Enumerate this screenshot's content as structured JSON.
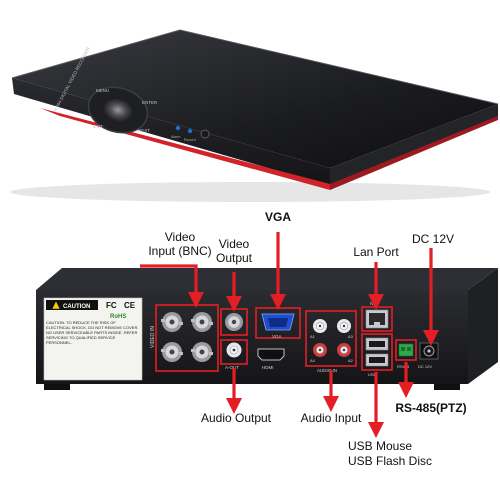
{
  "device": {
    "front_panel_text": "H.264 DIGITAL VIDEO RECORDER",
    "button_labels": [
      "MENU",
      "EXIT",
      "ENTER",
      "NEXT"
    ],
    "led_labels": [
      "Alarm",
      "Record"
    ]
  },
  "rear_panel": {
    "caution_title": "CAUTION",
    "caution_text": "CAUTION: TO REDUCE THE RISK OF ELECTRICAL SHOCK, DO NOT REMOVE COVER. NO USER SERVICEABLE PARTS INSIDE. REFER SERVICING TO QUALIFIED SERVICE PERSONNEL.",
    "cert_marks": [
      "FC",
      "CE",
      "RoHS"
    ],
    "video_in_label": "VIDEO IN",
    "a_out_label": "A-OUT",
    "vga_label": "VGA",
    "hdmi_label": "HDMI",
    "audio_in_label": "AUDIO IN",
    "audio_ports": [
      "A1",
      "A2",
      "A3",
      "A4"
    ],
    "net_label": "NET",
    "usb_label": "USB",
    "rs485_label": "RS485",
    "dc_label": "DC 12V"
  },
  "callouts": {
    "video_input_line1": "Video",
    "video_input_line2": "Input (BNC)",
    "video_output_line1": "Video",
    "video_output_line2": "Output",
    "vga": "VGA",
    "lan_port": "Lan Port",
    "dc_12v": "DC 12V",
    "rs485": "RS-485(PTZ)",
    "audio_output": "Audio Output",
    "audio_input": "Audio Input",
    "usb_line1": "USB Mouse",
    "usb_line2": "USB Flash Disc"
  },
  "colors": {
    "arrow_red": "#e31e24",
    "chassis_dark": "#1c1c1f",
    "accent_red": "#d0232a"
  }
}
